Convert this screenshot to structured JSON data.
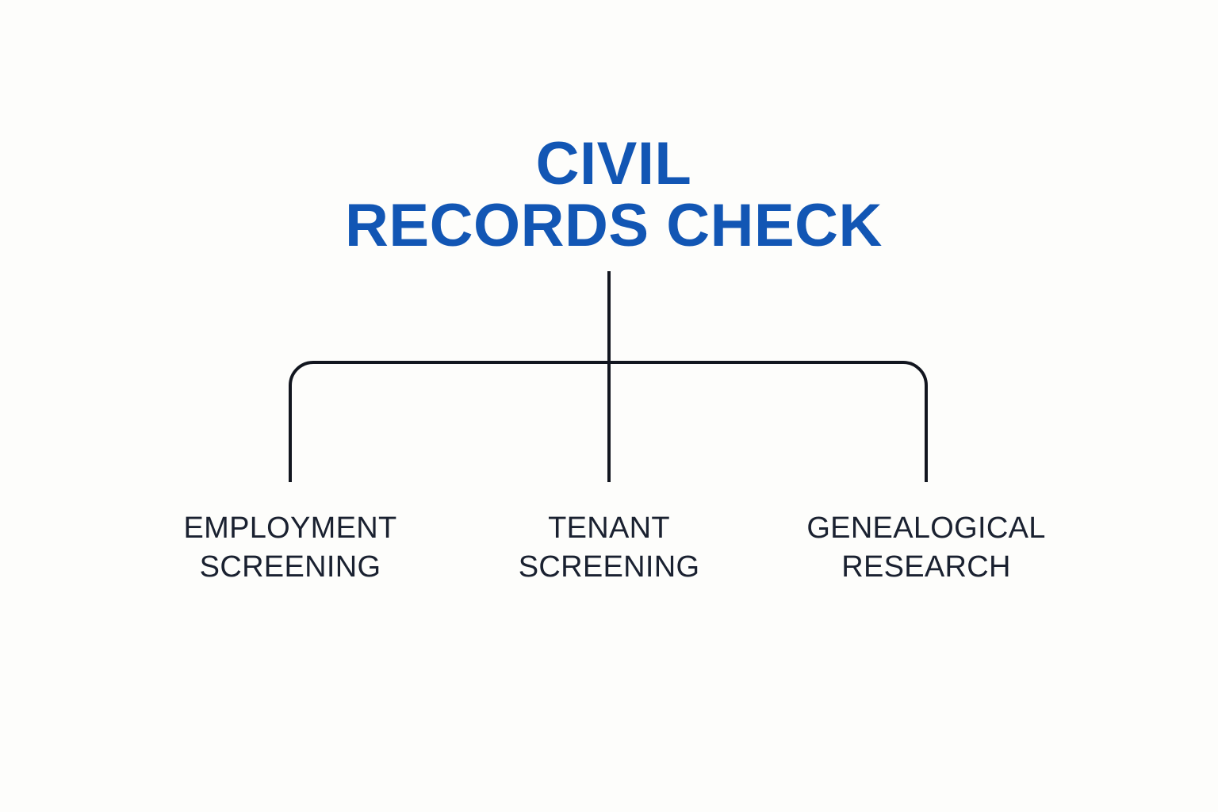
{
  "diagram": {
    "type": "organizational-tree",
    "background_color": "#fdfdfb",
    "title": {
      "line1": "CIVIL",
      "line2": "RECORDS CHECK",
      "color": "#1256b4"
    },
    "connector": {
      "color": "#12161f",
      "stroke_width": 4,
      "corner_radius": 29
    },
    "branches": [
      {
        "id": "employment-screening",
        "line1": "EMPLOYMENT",
        "line2": "SCREENING",
        "color": "#1a2130"
      },
      {
        "id": "tenant-screening",
        "line1": "TENANT",
        "line2": "SCREENING",
        "color": "#1a2130"
      },
      {
        "id": "genealogical-research",
        "line1": "GENEALOGICAL",
        "line2": "RESEARCH",
        "color": "#1a2130"
      }
    ]
  }
}
